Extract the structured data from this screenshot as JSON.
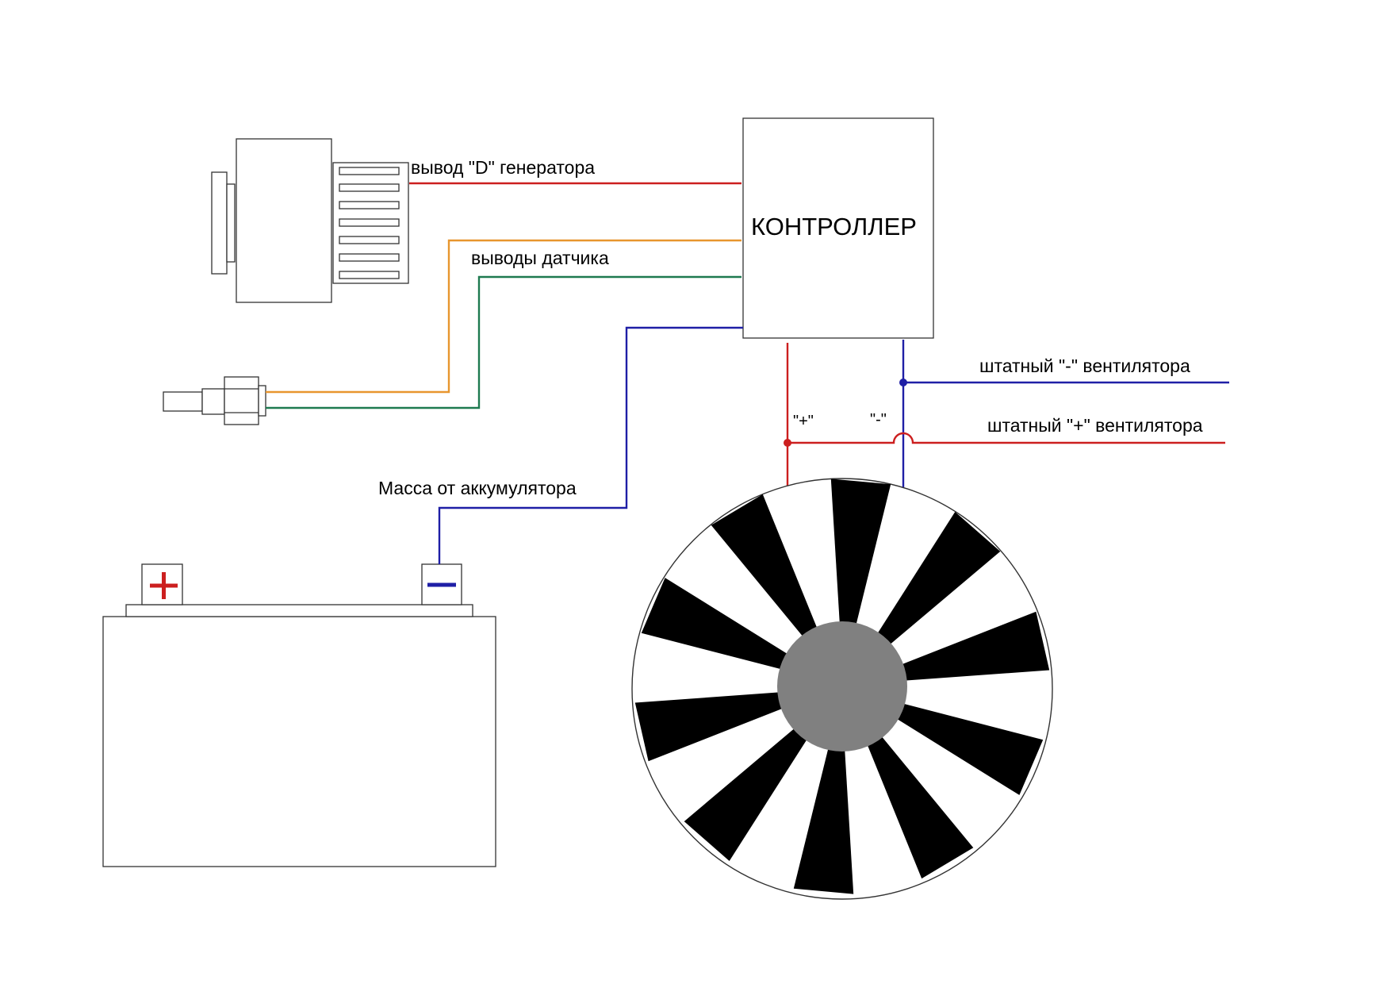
{
  "labels": {
    "controller": "КОНТРОЛЛЕР",
    "generator_d": "вывод \"D\" генератора",
    "sensor_leads": "выводы датчика",
    "battery_ground": "Масса от аккумулятора",
    "fan_minus": "штатный \"-\" вентилятора",
    "fan_plus": "штатный \"+\" вентилятора",
    "plus_mark": "\"+\"",
    "minus_mark": "\"-\""
  },
  "colors": {
    "red_wire": "#cc1f1f",
    "orange_wire": "#e8962e",
    "green_wire": "#1e7a50",
    "blue_wire": "#1f1fa6",
    "fan_hub": "#808080",
    "fan_blade": "#000000"
  }
}
